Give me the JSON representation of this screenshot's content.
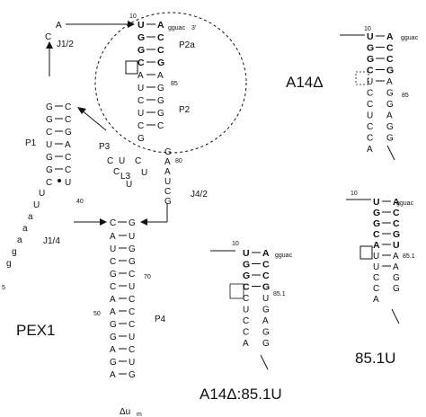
{
  "title": "PEX1",
  "regions": {
    "j12": "J1/2",
    "p2a": "P2a",
    "p2": "P2",
    "p1": "P1",
    "p3": "P3",
    "l3": "L3",
    "j42": "J4/2",
    "j14": "J1/4",
    "p4": "P4"
  },
  "markers": {
    "m10": "10",
    "m85": "85",
    "m80": "80",
    "m40": "40",
    "m70": "70",
    "m50": "50",
    "m851": "85.1"
  },
  "tails": {
    "gguac": "gguac",
    "three_prime": "3'",
    "five_prime": "5",
    "tail_loop": "Δu",
    "tail_m": "m"
  },
  "panels": {
    "a14d_title": "A14Δ",
    "a14d_851u_title": "A14Δ:85.1U",
    "u851_title": "85.1U"
  },
  "main_seq": {
    "p2a_left": [
      "U",
      "G",
      "G",
      "C",
      "A",
      "U"
    ],
    "p2a_right": [
      "A",
      "C",
      "C",
      "G",
      "A"
    ],
    "p2_left": [
      "C",
      "U",
      "C",
      "G"
    ],
    "p2_right": [
      "G",
      "G",
      "G",
      "C"
    ],
    "p1_left": [
      "G",
      "G",
      "C",
      "U",
      "G",
      "G",
      "C"
    ],
    "p1_right": [
      "C",
      "C",
      "G",
      "A",
      "C",
      "C",
      "U"
    ],
    "l3": [
      "C",
      "U",
      "C",
      "C",
      "U",
      "U"
    ],
    "j42": [
      "G",
      "A",
      "A",
      "U",
      "C",
      "G"
    ],
    "p4_left": [
      "A",
      "U",
      "C",
      "G",
      "C",
      "A",
      "A",
      "G",
      "G",
      "A",
      "G",
      "A"
    ],
    "p4_right": [
      "U",
      "G",
      "G",
      "C",
      "U",
      "C",
      "C",
      "C",
      "U",
      "C",
      "U",
      "G"
    ],
    "tail5": [
      "U",
      "U",
      "a",
      "a",
      "a",
      "g",
      "g"
    ]
  },
  "panel_a14d": {
    "left": [
      "U",
      "G",
      "G",
      "C",
      "U",
      "C",
      "C",
      "U",
      "C",
      "C",
      "A"
    ],
    "right": [
      "A",
      "C",
      "C",
      "G",
      "A",
      "G",
      "G",
      "A",
      "G",
      "G"
    ]
  },
  "panel_a14d851u": {
    "left": [
      "U",
      "G",
      "G",
      "C",
      "C",
      "U",
      "C",
      "C",
      "A"
    ],
    "right": [
      "A",
      "C",
      "C",
      "G",
      "U",
      "G",
      "A",
      "G",
      "G"
    ]
  },
  "panel_851u": {
    "left": [
      "U",
      "G",
      "G",
      "C",
      "A",
      "U",
      "U",
      "C",
      "C",
      "A"
    ],
    "right": [
      "A",
      "C",
      "C",
      "G",
      "U",
      "A",
      "A",
      "G",
      "G"
    ]
  }
}
